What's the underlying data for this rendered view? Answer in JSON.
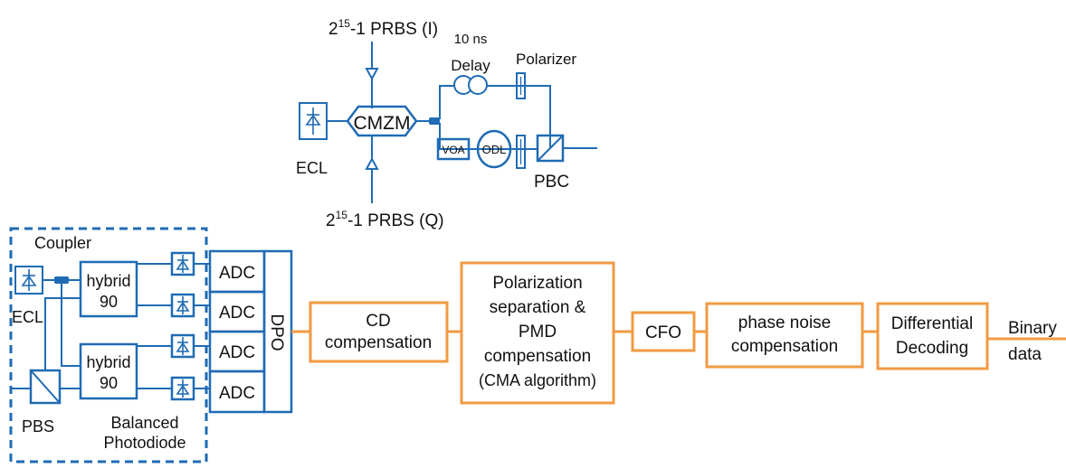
{
  "transmitter": {
    "prbs_i_base": "2",
    "prbs_i_exp": "15",
    "prbs_i_rest": "-1 PRBS (I)",
    "prbs_q_base": "2",
    "prbs_q_exp": "15",
    "prbs_q_rest": "-1 PRBS  (Q)",
    "ecl_label": "ECL",
    "cmzm_label": "CMZM",
    "delay_line1": "10 ns",
    "delay_line2": "Delay",
    "polarizer_label": "Polarizer",
    "voa_label": "VOA",
    "odl_label": "ODL",
    "pbc_label": "PBC"
  },
  "receiver": {
    "coupler_label": "Coupler",
    "ecl_label": "ECL",
    "hybrid1_line1": "hybrid",
    "hybrid1_line2": "90",
    "hybrid2_line1": "hybrid",
    "hybrid2_line2": "90",
    "pbs_label": "PBS",
    "balanced_line1": "Balanced",
    "balanced_line2": "Photodiode",
    "adc_labels": [
      "ADC",
      "ADC",
      "ADC",
      "ADC"
    ],
    "dpo_label": "DPO"
  },
  "dsp_chain": {
    "cd": [
      "CD",
      "compensation"
    ],
    "polarization": [
      "Polarization",
      "separation  &",
      "PMD",
      "compensation",
      "(CMA algorithm)"
    ],
    "cfo": [
      "CFO"
    ],
    "phase_noise": [
      "phase noise",
      "compensation"
    ],
    "differential": [
      "Differential",
      "Decoding"
    ],
    "output": [
      "Binary",
      "data"
    ]
  },
  "colors": {
    "optical": "#1f6bb4",
    "dsp": "#f19a42",
    "text": "#111111"
  }
}
